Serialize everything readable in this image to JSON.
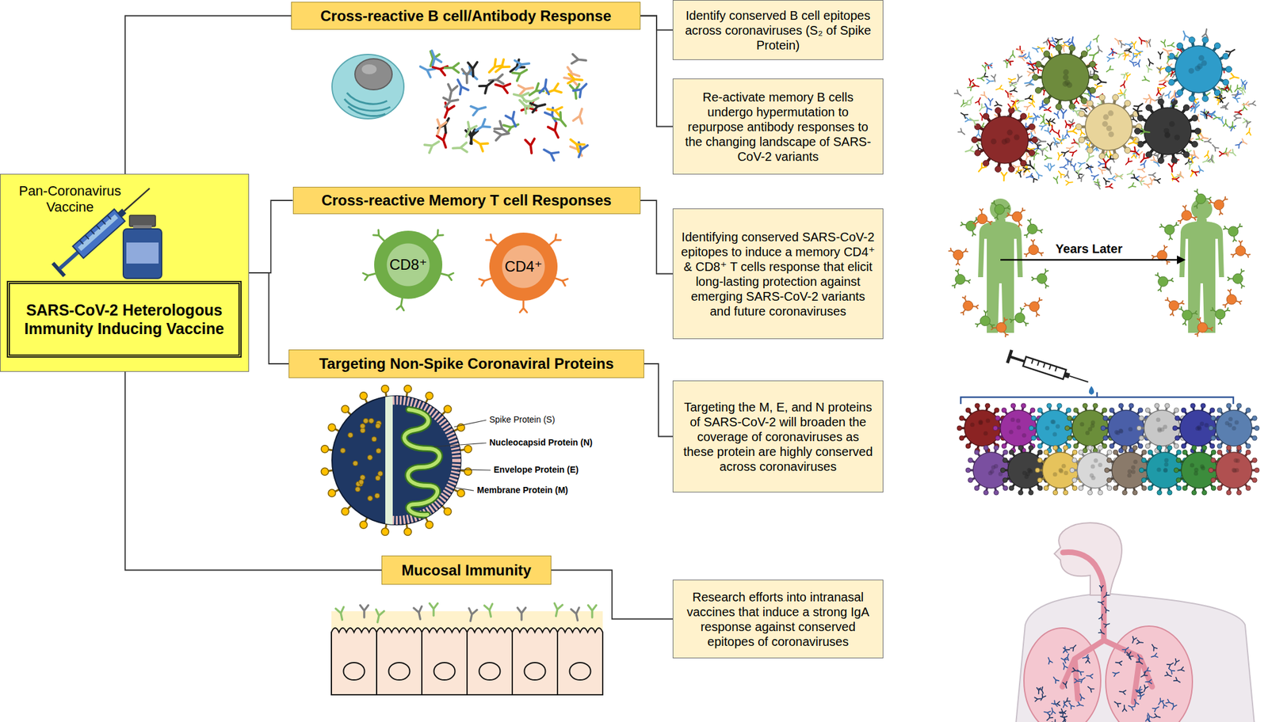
{
  "diagram": {
    "nodes": [
      {
        "text": [
          "Pan-Coronavirus Vaccine"
        ]
      },
      {
        "text": [
          "SARS-CoV-2 Heterologous Immunity Inducing Vaccine"
        ],
        "in": 0
      },
      {
        "text": [
          "Cross-reactive B cell/Antibody Response"
        ]
      },
      {
        "text": [
          "Identify conserved B cell epitopes across coronaviruses (S₂ of Spike Protein)"
        ]
      },
      {
        "text": [
          "Re-activate memory B cells undergo hypermutation to repurpose antibody responses to the changing landscape of SARS-CoV-2 variants"
        ]
      },
      {
        "text": [
          "Cross-reactive Memory T cell Responses"
        ]
      },
      {
        "text": [
          "CD8⁺"
        ]
      },
      {
        "text": [
          "CD4⁺"
        ]
      },
      {
        "text": [
          "Identifying conserved SARS-CoV-2 epitopes to induce a memory CD4⁺ & CD8⁺ T cells response that elicit long-lasting protection against emerging SARS-CoV-2 variants and future coronaviruses"
        ]
      },
      {
        "text": [
          "Targeting Non-Spike Coronaviral Proteins"
        ]
      },
      {
        "text": [
          "Targeting the M, E, and N proteins of SARS-CoV-2 will broaden the coverage of coronaviruses as these protein are highly conserved across coronaviruses"
        ]
      },
      {
        "text": [
          "Mucosal Immunity"
        ]
      },
      {
        "text": [
          "Research efforts into intranasal vaccines that induce a strong IgA response against conserved epitopes of coronaviruses"
        ]
      }
    ],
    "edges": [
      {
        "from": 0,
        "to": 2,
        "arrow": "none"
      },
      {
        "from": 0,
        "to": 5,
        "arrow": "none"
      },
      {
        "from": 0,
        "to": 9,
        "arrow": "none"
      },
      {
        "from": 0,
        "to": 11,
        "arrow": "none"
      },
      {
        "from": 2,
        "to": 3,
        "arrow": "none"
      },
      {
        "from": 2,
        "to": 4,
        "arrow": "none"
      },
      {
        "from": 5,
        "to": 8,
        "arrow": "none"
      },
      {
        "from": 9,
        "to": 10,
        "arrow": "none"
      },
      {
        "from": 11,
        "to": 12,
        "arrow": "none"
      }
    ],
    "labels": [
      "Spike Protein (S)",
      "Nucleocapsid Protein (N)",
      "Envelope Protein (E)",
      "Membrane Protein (M)",
      "Years Later"
    ]
  }
}
